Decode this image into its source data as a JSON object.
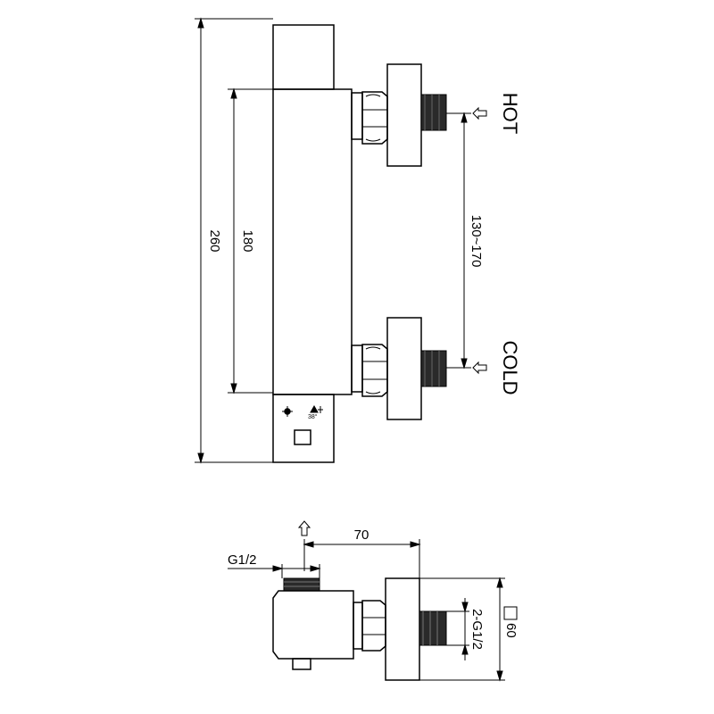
{
  "front_view": {
    "dim_overall_height": "260",
    "dim_body_height": "180",
    "dim_inlet_spacing": "130~170",
    "inlet_hot_label": "HOT",
    "inlet_cold_label": "COLD",
    "temperature_mark": "38°"
  },
  "side_view": {
    "dim_depth": "70",
    "outlet_thread": "G1/2",
    "inlet_thread": "2-G1/2",
    "square_size": "60"
  }
}
